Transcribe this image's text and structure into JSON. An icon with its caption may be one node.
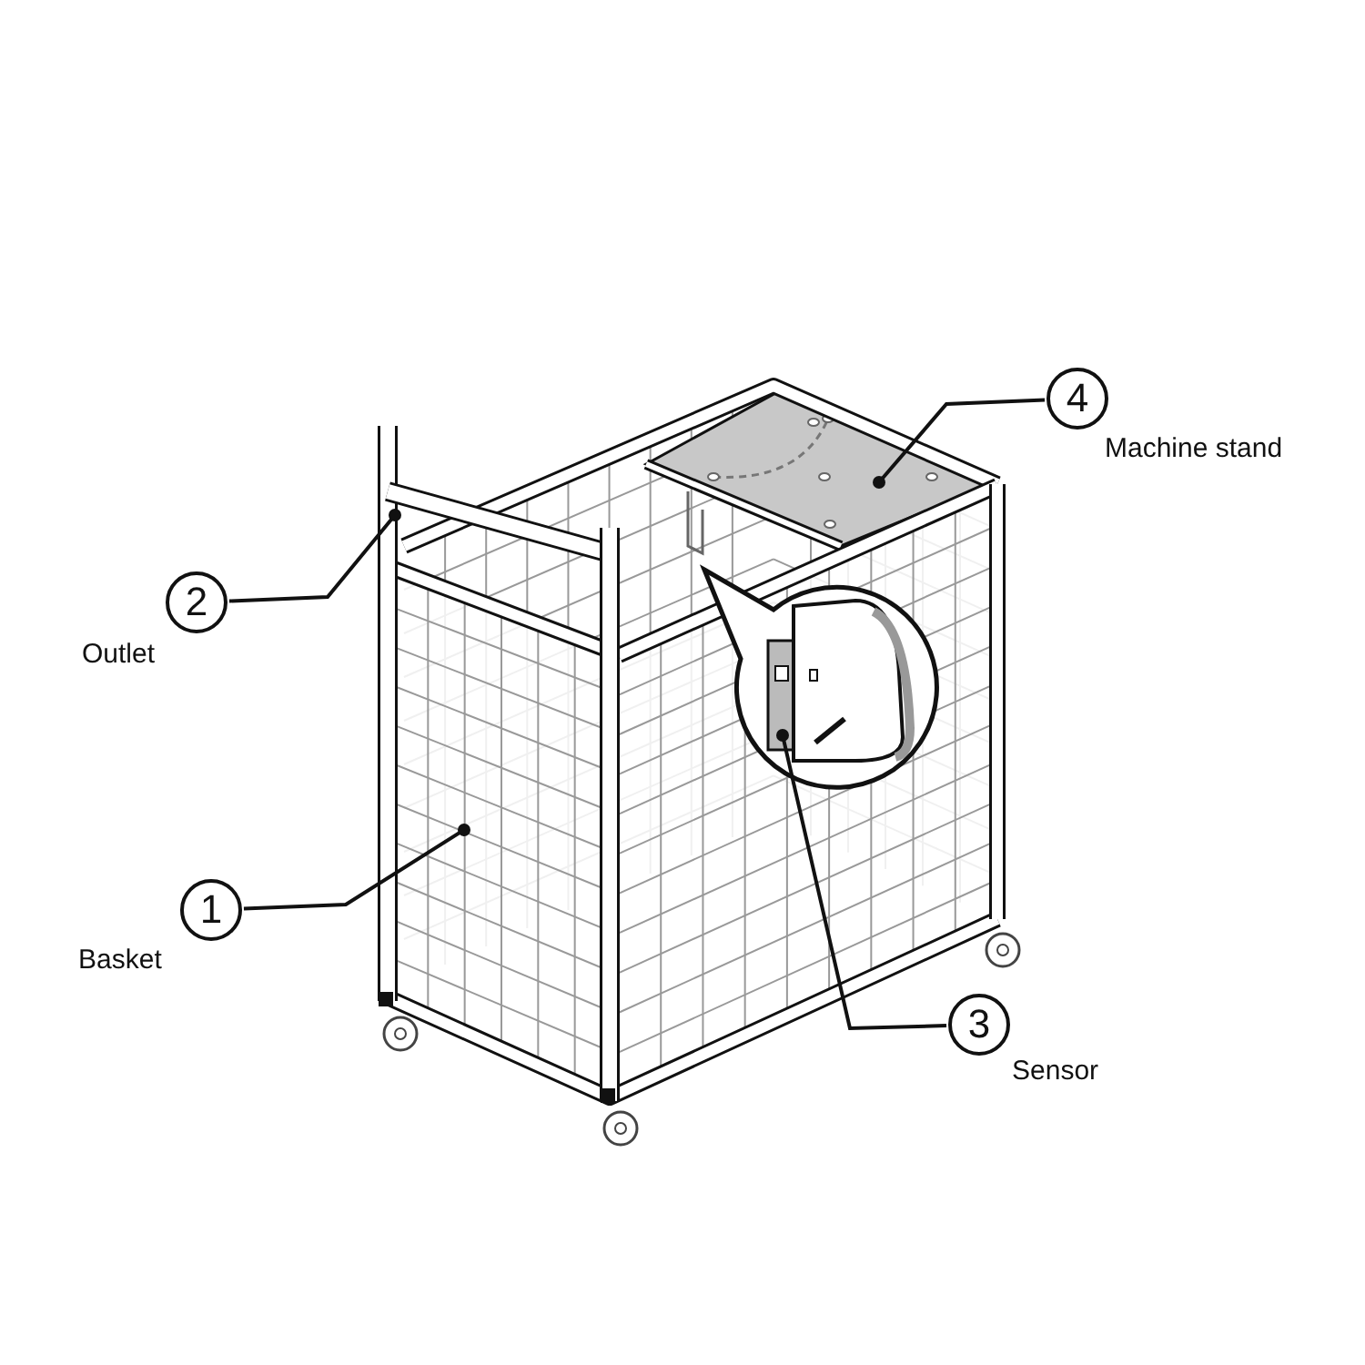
{
  "diagram": {
    "nodes": [
      {
        "text": [
          "4"
        ],
        "beside": [
          "Machine stand"
        ]
      },
      {
        "text": [
          "2"
        ],
        "beside": [
          "Outlet"
        ]
      },
      {
        "text": [
          "1"
        ],
        "beside": [
          "Basket"
        ]
      },
      {
        "text": [
          "3"
        ],
        "beside": [
          "Sensor"
        ]
      }
    ],
    "edges": [
      {
        "from": 0,
        "to": null,
        "arrow": "other"
      },
      {
        "from": 1,
        "to": null,
        "arrow": "other"
      },
      {
        "from": 2,
        "to": null,
        "arrow": "other"
      },
      {
        "from": 3,
        "to": null,
        "arrow": "other"
      }
    ]
  }
}
